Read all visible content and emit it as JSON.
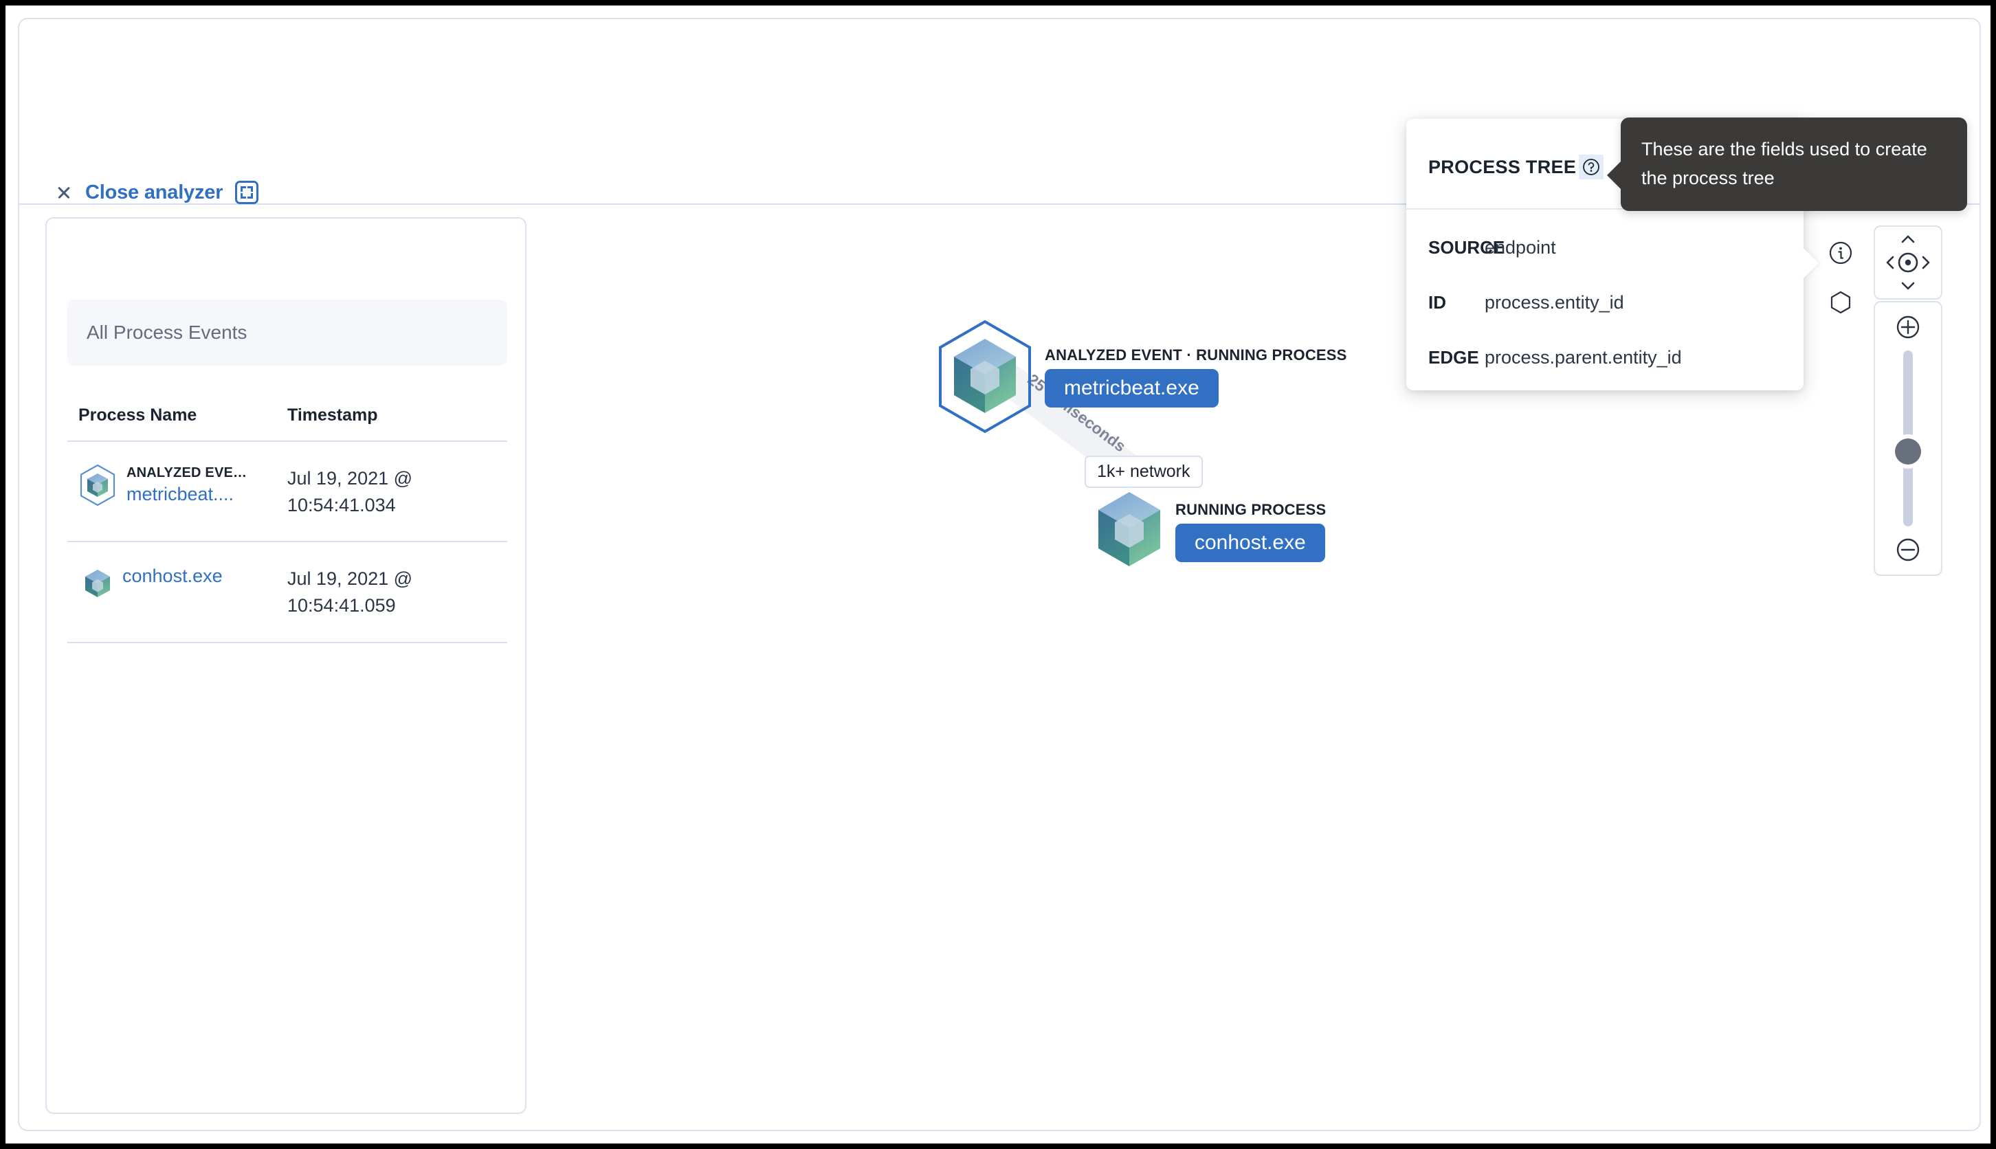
{
  "toolbar": {
    "close_label": "Close analyzer",
    "close_icon": "close-x-icon",
    "expand_icon": "expand-fullscreen-icon"
  },
  "sidebar": {
    "search_placeholder": "All Process Events",
    "table": {
      "columns": [
        "Process Name",
        "Timestamp"
      ],
      "rows": [
        {
          "badge": "ANALYZED EVE…",
          "name": "metricbeat....",
          "timestamp": "Jul 19, 2021 @ 10:54:41.034",
          "icon": "process-cube-hexagon-icon"
        },
        {
          "badge": "",
          "name": "conhost.exe",
          "timestamp": "Jul 19, 2021 @ 10:54:41.059",
          "icon": "process-cube-icon"
        }
      ]
    }
  },
  "graph": {
    "nodes": [
      {
        "kind": "ANALYZED EVENT · RUNNING PROCESS",
        "name": "metricbeat.exe",
        "badge": "1k+ network",
        "selected": true
      },
      {
        "kind": "RUNNING PROCESS",
        "name": "conhost.exe",
        "badge": "",
        "selected": false
      }
    ],
    "edge_label": "25 milliseconds"
  },
  "popover": {
    "title": "PROCESS TREE",
    "help_icon": "question-mark-circle-icon",
    "rows": [
      {
        "key": "SOURCE",
        "value": "endpoint"
      },
      {
        "key": "ID",
        "value": "process.entity_id"
      },
      {
        "key": "EDGE",
        "value": "process.parent.entity_id"
      }
    ]
  },
  "tooltip": {
    "text": "These are the fields used to create the process tree"
  },
  "side_icons": [
    {
      "name": "info-circle-icon"
    },
    {
      "name": "hexagon-icon"
    }
  ],
  "controls": {
    "pan": {
      "up_icon": "chevron-up-icon",
      "left_icon": "chevron-left-icon",
      "center_icon": "center-target-icon",
      "right_icon": "chevron-right-icon",
      "down_icon": "chevron-down-icon"
    },
    "zoom": {
      "in_icon": "plus-circle-icon",
      "out_icon": "minus-circle-icon",
      "slider_value": 42
    }
  },
  "colors": {
    "accent_blue": "#2f6fc4",
    "node_pill": "#3270c4",
    "panel_border": "#dde2ef",
    "tooltip_bg": "#3b3a38",
    "search_bg": "#f5f7fa"
  }
}
